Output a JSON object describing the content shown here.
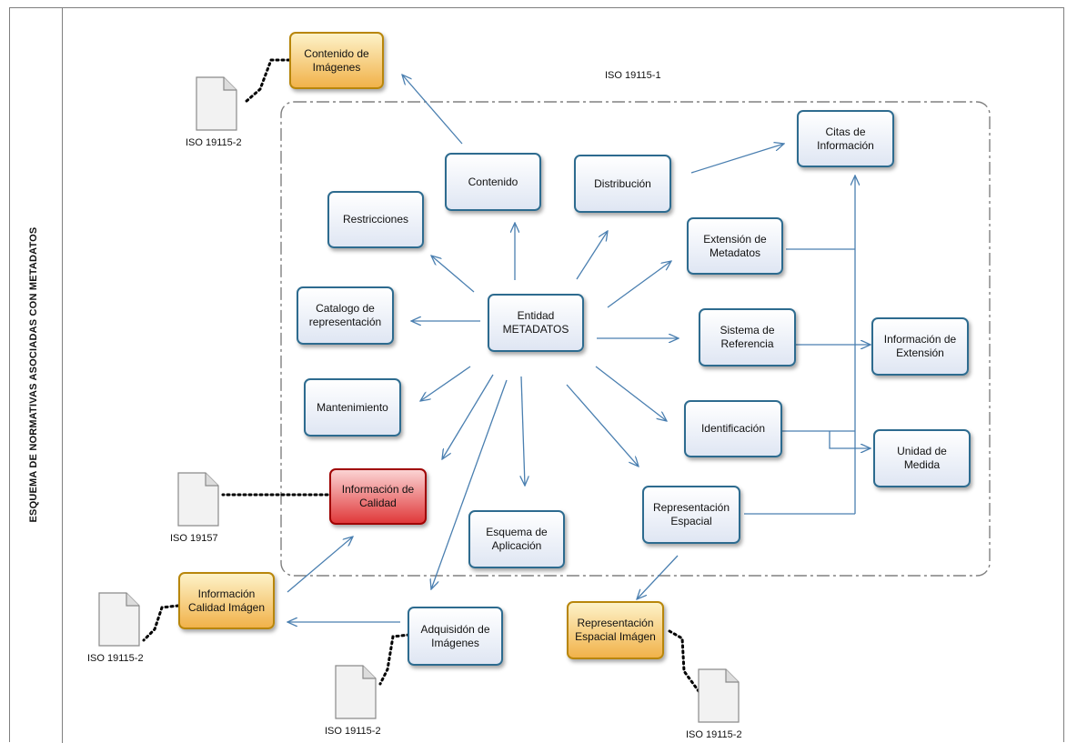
{
  "lane_title": "ESQUEMA DE NORMATIVAS ASOCIADAS CON METADATOS",
  "standard_label": "ISO 19115-1",
  "nodes": {
    "contenido_imagenes": "Contenido de\nImágenes",
    "contenido": "Contenido",
    "distribucion": "Distribución",
    "citas": "Citas de\nInformación",
    "restricciones": "Restricciones",
    "extension_metadatos": "Extensión de\nMetadatos",
    "catalogo": "Catalogo de\nrepresentación",
    "entidad": "Entidad\nMETADATOS",
    "sistema_referencia": "Sistema de\nReferencia",
    "informacion_extension": "Información de\nExtensión",
    "mantenimiento": "Mantenimiento",
    "identificacion": "Identificación",
    "unidad_medida": "Unidad de\nMedida",
    "informacion_calidad": "Información de\nCalidad",
    "representacion_espacial": "Representación\nEspacial",
    "esquema_aplicacion": "Esquema de\nAplicación",
    "calidad_imagen": "Información\nCalidad Imágen",
    "adquisicion": "Adquisidón de\nImágenes",
    "repr_espacial_imagen": "Representación\nEspacial Imágen"
  },
  "documents": {
    "doc1": "ISO 19115-2",
    "doc2": "ISO 19157",
    "doc3": "ISO 19115-2",
    "doc4": "ISO 19115-2",
    "doc5": "ISO 19115-2"
  },
  "colors": {
    "node_border": "#2d6b8f",
    "node_fill": "#dfe6f3",
    "orange_fill": "#f1b24a",
    "red_fill": "#e0393a",
    "arrow": "#4a7fb0"
  }
}
